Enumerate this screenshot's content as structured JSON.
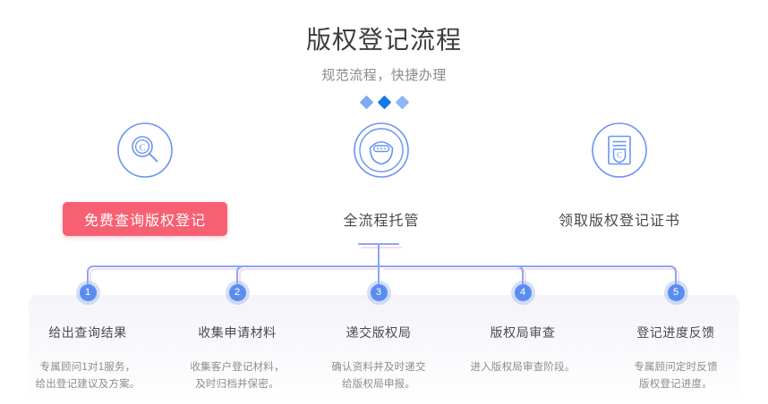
{
  "header": {
    "title": "版权登记流程",
    "subtitle": "规范流程，快捷办理",
    "diamonds": [
      {
        "name": "diamond-left",
        "color": "#7fa9f0"
      },
      {
        "name": "diamond-center",
        "color": "#1677e8"
      },
      {
        "name": "diamond-right",
        "color": "#8cb6f5"
      }
    ]
  },
  "theme": {
    "accent_blue": "#5b8def",
    "icon_blue": "#6a93f3",
    "cta_red": "#f75f72",
    "rail_blue": "#8aa6f5",
    "rail_pink": "#f7dde6",
    "panel_bg": "#f4f4f9",
    "title_color": "#3d3d3d",
    "subtitle_color": "#8a8a8a"
  },
  "top_columns": [
    {
      "icon": "copyright-search-icon",
      "label": "免费查询版权登记",
      "is_button": true
    },
    {
      "icon": "basket-escrow-icon",
      "label": "全流程托管",
      "is_button": false
    },
    {
      "icon": "certificate-shield-icon",
      "label": "领取版权登记证书",
      "is_button": false
    }
  ],
  "steps": [
    {
      "number": "1",
      "title": "给出查询结果",
      "desc_lines": [
        "专属顾问1对1服务，",
        "给出登记建议及方案。"
      ]
    },
    {
      "number": "2",
      "title": "收集申请材料",
      "desc_lines": [
        "收集客户登记材料，",
        "及时归档并保密。"
      ]
    },
    {
      "number": "3",
      "title": "递交版权局",
      "desc_lines": [
        "确认资料并及时递交",
        "给版权局申报。"
      ]
    },
    {
      "number": "4",
      "title": "版权局审查",
      "desc_lines": [
        "进入版权局审查阶段。",
        ""
      ]
    },
    {
      "number": "5",
      "title": "登记进度反馈",
      "desc_lines": [
        "专属顾问定时反馈",
        "版权登记进度。"
      ]
    }
  ]
}
